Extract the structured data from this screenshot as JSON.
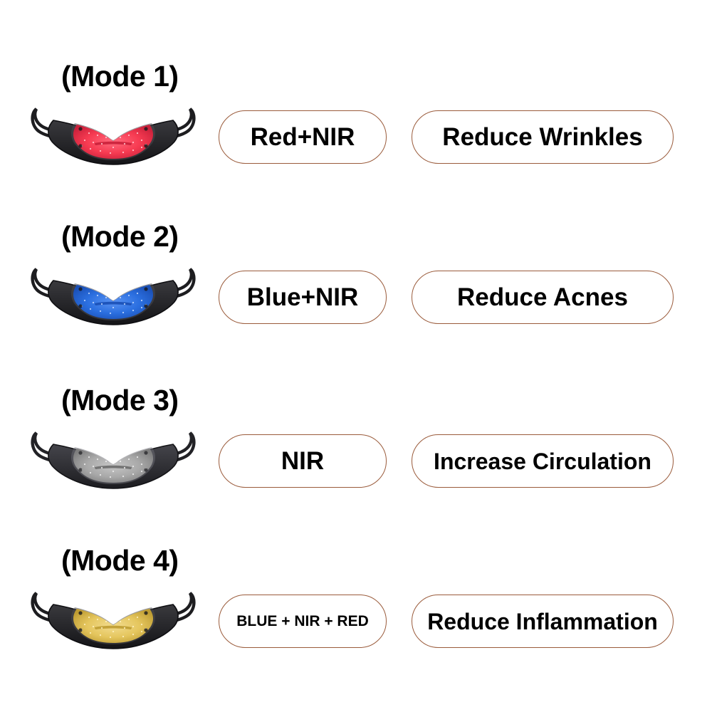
{
  "page": {
    "background": "#ffffff",
    "pill_border_color": "#9A5B3B",
    "text_color": "#000000"
  },
  "modes": [
    {
      "caption": "(Mode 1)",
      "light": "Red+NIR",
      "benefit": "Reduce Wrinkles",
      "led_color": "#F73B52",
      "led_color_dark": "#C9203A",
      "led_glow": "#FF6B7E",
      "dot_color": "#FFD6DC",
      "body_color": "#2B2B2D",
      "body_color_dark": "#17171A",
      "icon": "led-face-mask-icon"
    },
    {
      "caption": "(Mode 2)",
      "light": "Blue+NIR",
      "benefit": "Reduce Acnes",
      "led_color": "#2B6FE0",
      "led_color_dark": "#1A4FB5",
      "led_glow": "#5A93F2",
      "dot_color": "#CFE1FF",
      "body_color": "#2B2B2D",
      "body_color_dark": "#17171A",
      "icon": "led-face-mask-icon"
    },
    {
      "caption": "(Mode 3)",
      "light": "NIR",
      "benefit": "Increase Circulation",
      "led_color": "#A9A9A9",
      "led_color_dark": "#7E7E7E",
      "led_glow": "#C6C6C6",
      "dot_color": "#EFEFEF",
      "body_color": "#35353A",
      "body_color_dark": "#1E1E22",
      "icon": "led-face-mask-icon"
    },
    {
      "caption": "(Mode 4)",
      "light": "BLUE + NIR + RED",
      "benefit": "Reduce Inflammation",
      "led_color": "#E5C65E",
      "led_color_dark": "#BE9C32",
      "led_glow": "#F2DC8F",
      "dot_color": "#FFF4C8",
      "body_color": "#2B2B2D",
      "body_color_dark": "#17171A",
      "icon": "led-face-mask-icon"
    }
  ]
}
